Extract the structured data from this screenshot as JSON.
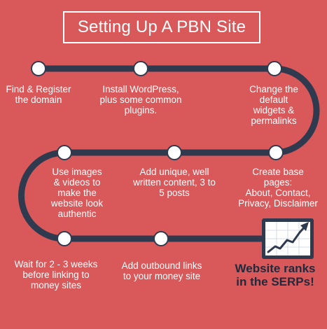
{
  "title": "Setting Up A PBN Site",
  "steps": [
    {
      "text": "Find & Register\nthe domain"
    },
    {
      "text": "Install WordPress,\nplus some common\nplugins."
    },
    {
      "text": "Change the\ndefault\nwidgets &\npermalinks"
    },
    {
      "text": "Create base\npages:\nAbout, Contact,\nPrivacy, Disclaimer"
    },
    {
      "text": "Add unique, well\nwritten content, 3  to\n5 posts"
    },
    {
      "text": "Use images\n& videos to\nmake the\nwebsite look\nauthentic"
    },
    {
      "text": "Wait for 2 - 3 weeks\nbefore linking to\nmoney sites"
    },
    {
      "text": "Add outbound links\nto your money site"
    }
  ],
  "final_step": "Website ranks\nin the SERPs!",
  "colors": {
    "background": "#d9585a",
    "track": "#2f3a4e",
    "node": "#ffffff",
    "final_text": "#1f2a3c"
  },
  "icons": [
    "rising-graph-icon"
  ]
}
